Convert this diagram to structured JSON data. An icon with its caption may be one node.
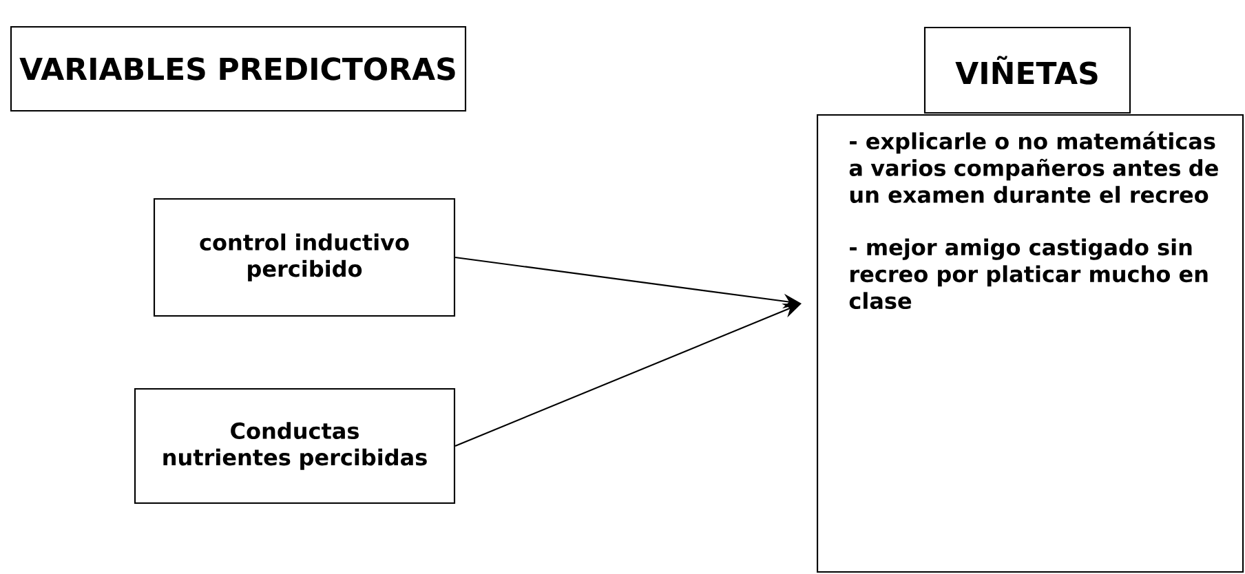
{
  "diagram": {
    "nodes": [
      {
        "text": [
          "VARIABLES PREDICTORAS"
        ]
      },
      {
        "text": [
          "VIÑETAS"
        ]
      },
      {
        "text": [
          "- explicarle o no matemáticas a varios compañeros antes de un examen durante el recreo",
          "- mejor amigo castigado sin recreo por platicar mucho en clase"
        ]
      },
      {
        "text": [
          "control inductivo percibido"
        ]
      },
      {
        "text": [
          "Conductas nutrientes percibidas"
        ]
      }
    ],
    "edges": [
      {
        "from": 3,
        "to": 2,
        "arrow": "to"
      },
      {
        "from": 4,
        "to": 2,
        "arrow": "to"
      }
    ]
  }
}
